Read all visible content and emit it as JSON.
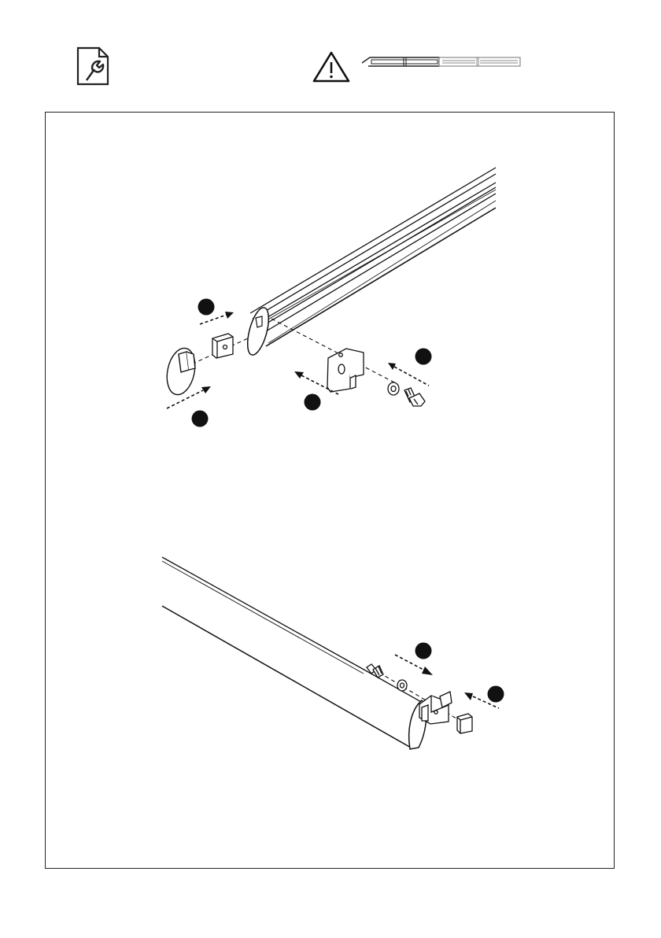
{
  "colors": {
    "ink": "#111111",
    "line": "#222222",
    "background": "#ffffff"
  },
  "icons": {
    "header_left": "wrench-document-icon",
    "header_warning": "warning-triangle-icon",
    "header_strip": "rail-profile-icon"
  },
  "steps": {
    "top_figure": [
      "step-marker-1",
      "step-marker-2",
      "step-marker-3",
      "step-marker-4"
    ],
    "bottom_figure": [
      "step-marker-1",
      "step-marker-2"
    ]
  }
}
